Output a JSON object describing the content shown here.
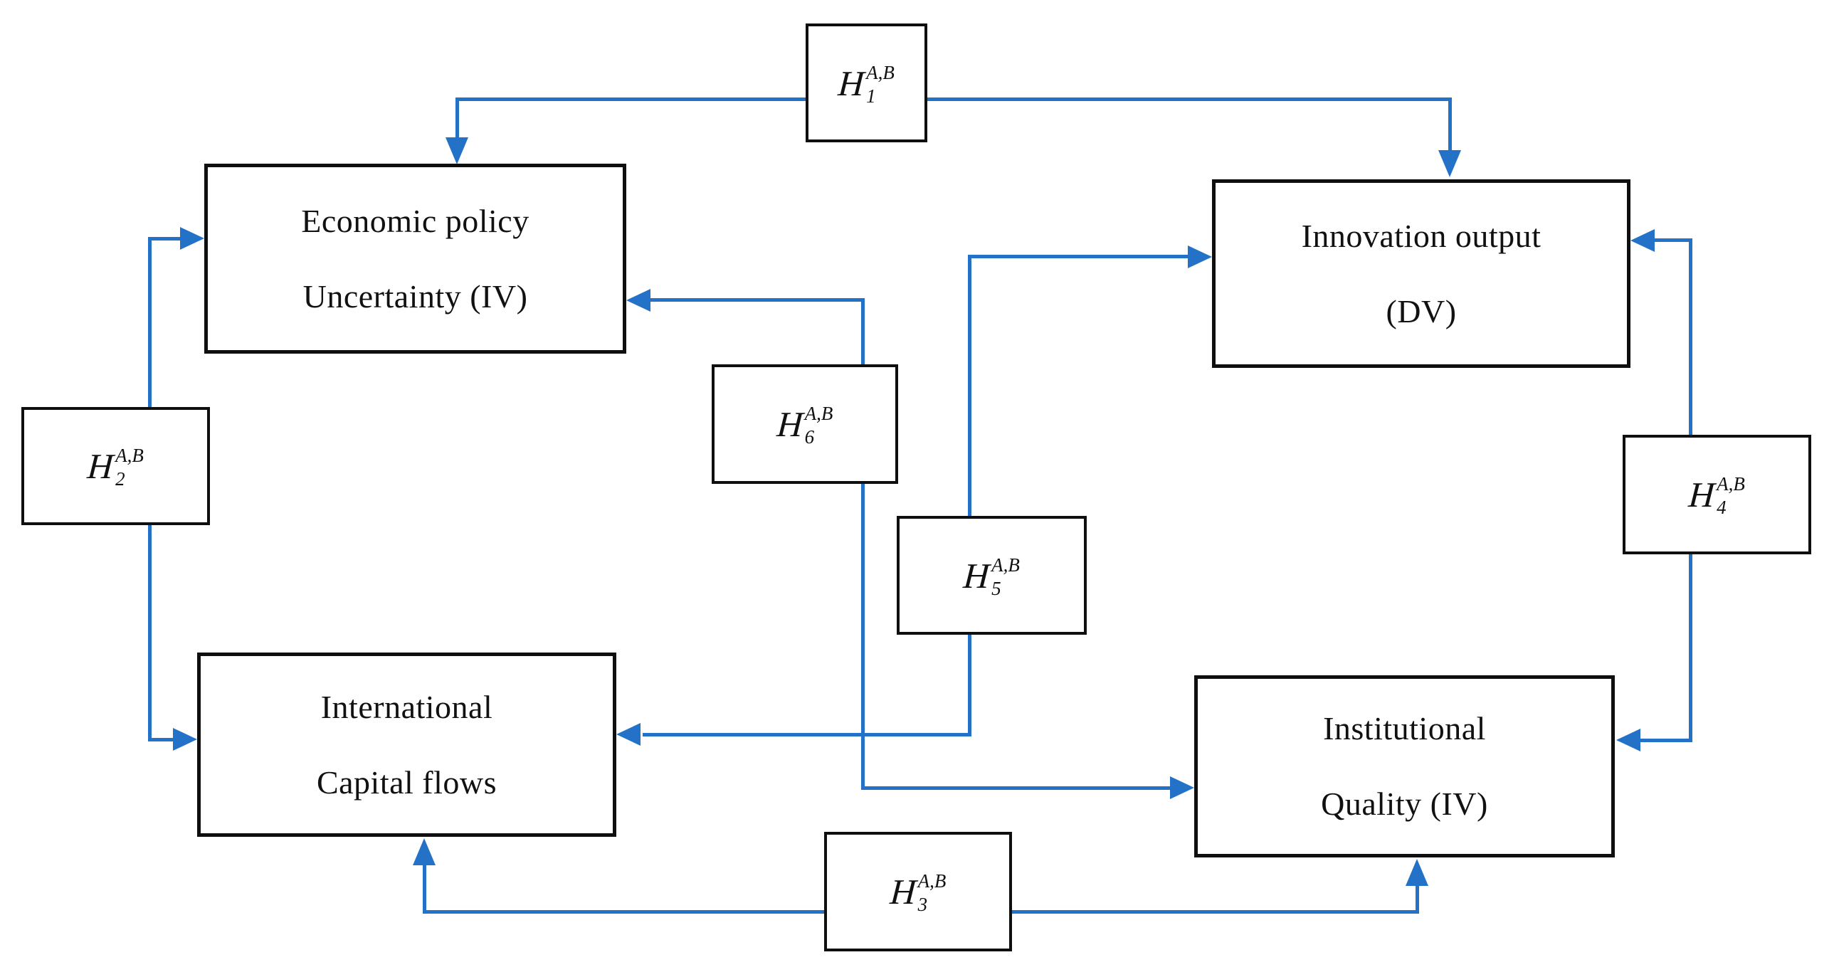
{
  "diagram": {
    "accent_blue": "#2372c8",
    "nodes": {
      "epu": {
        "line1": "Economic policy",
        "line2": "Uncertainty (IV)"
      },
      "innovation": {
        "line1": "Innovation output",
        "line2": "(DV)"
      },
      "icf": {
        "line1": "International",
        "line2": "Capital flows"
      },
      "iq": {
        "line1": "Institutional",
        "line2": "Quality (IV)"
      },
      "h1": {
        "base": "H",
        "sub": "1",
        "sup": "A,B"
      },
      "h2": {
        "base": "H",
        "sub": "2",
        "sup": "A,B"
      },
      "h3": {
        "base": "H",
        "sub": "3",
        "sup": "A,B"
      },
      "h4": {
        "base": "H",
        "sub": "4",
        "sup": "A,B"
      },
      "h5": {
        "base": "H",
        "sub": "5",
        "sup": "A,B"
      },
      "h6": {
        "base": "H",
        "sub": "6",
        "sup": "A,B"
      }
    },
    "edges": [
      {
        "hypothesis": "H1",
        "between": [
          "Economic policy Uncertainty (IV)",
          "Innovation output (DV)"
        ],
        "arrowheads": "both"
      },
      {
        "hypothesis": "H2",
        "between": [
          "Economic policy Uncertainty (IV)",
          "International Capital flows"
        ],
        "arrowheads": "both"
      },
      {
        "hypothesis": "H3",
        "between": [
          "International Capital flows",
          "Institutional Quality (IV)"
        ],
        "arrowheads": "both"
      },
      {
        "hypothesis": "H4",
        "between": [
          "Innovation output (DV)",
          "Institutional Quality (IV)"
        ],
        "arrowheads": "both"
      },
      {
        "hypothesis": "H5",
        "between": [
          "International Capital flows",
          "Innovation output (DV)"
        ],
        "arrowheads": "both"
      },
      {
        "hypothesis": "H6",
        "between": [
          "Institutional Quality (IV)",
          "Economic policy Uncertainty (IV)"
        ],
        "arrowheads": "both"
      }
    ]
  }
}
